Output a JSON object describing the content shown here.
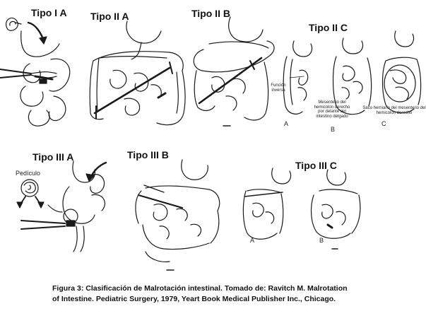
{
  "panels": {
    "tipo_1a": "Tipo I A",
    "tipo_2a": "Tipo II A",
    "tipo_2b": "Tipo II B",
    "tipo_2c": "Tipo II C",
    "tipo_3a": "Tipo III A",
    "tipo_3b": "Tipo III B",
    "tipo_3c": "Tipo III C"
  },
  "labels": {
    "funcion_inversa": "Función inversa",
    "mesenterio": "Mesenterio del hemicolon derecho por delante del intestino delgado",
    "saco_herniario": "Saco herniario del mesenterio del hemicolon derecho",
    "pediculo": "Pedículo",
    "letter_a": "A",
    "letter_b": "B",
    "letter_c": "C"
  },
  "caption": {
    "line1": "Figura 3: Clasificación de Malrotación intestinal. Tomado de: Ravitch M. Malrotation",
    "line2": "of Intestine. Pediatric Surgery, 1979, Yeart Book Medical Publisher Inc., Chicago."
  }
}
